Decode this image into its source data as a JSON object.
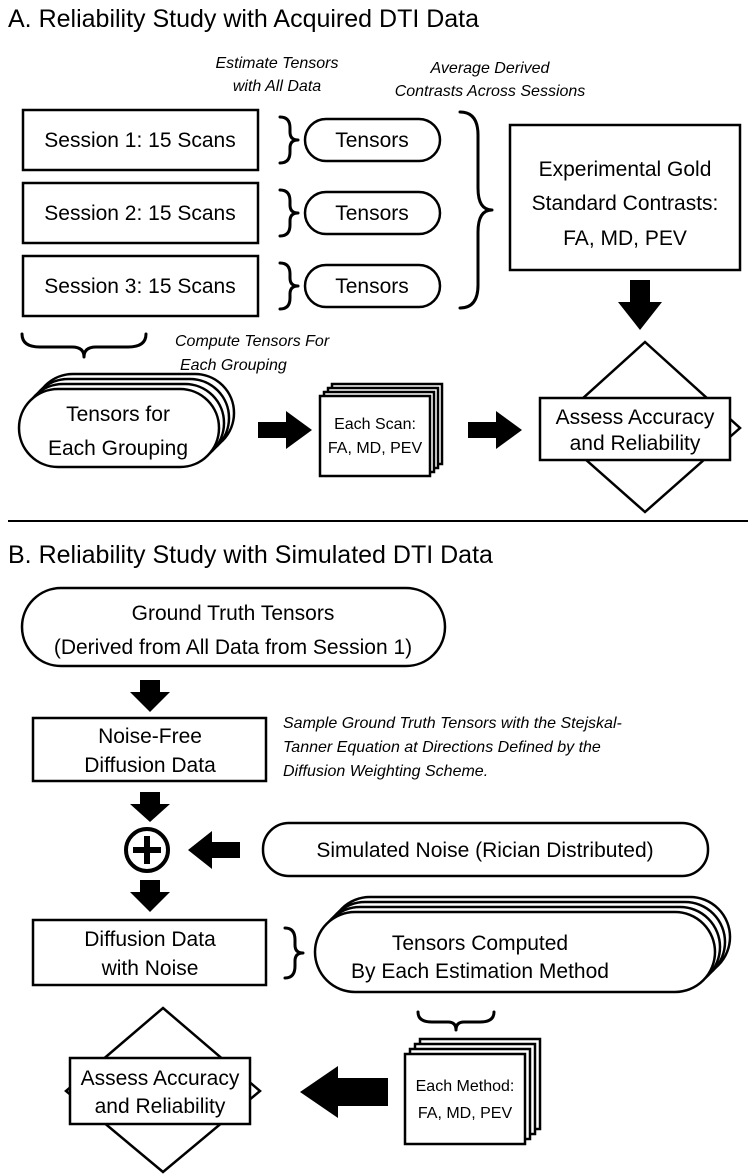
{
  "section_a": {
    "title": "A. Reliability Study with Acquired DTI Data",
    "note_estimate": [
      "Estimate Tensors",
      "with All Data"
    ],
    "note_average": [
      "Average Derived",
      "Contrasts Across Sessions"
    ],
    "sessions": [
      "Session 1: 15 Scans",
      "Session 2: 15 Scans",
      "Session 3: 15 Scans"
    ],
    "tensors_label": "Tensors",
    "gold_standard": [
      "Experimental Gold",
      "Standard Contrasts:",
      "FA, MD, PEV"
    ],
    "note_compute": [
      "Compute Tensors For",
      "Each Grouping"
    ],
    "tensors_grouping": [
      "Tensors for",
      "Each Grouping"
    ],
    "each_scan": [
      "Each Scan:",
      "FA, MD, PEV"
    ],
    "assess": [
      "Assess Accuracy",
      "and Reliability"
    ]
  },
  "section_b": {
    "title": "B. Reliability Study with Simulated DTI Data",
    "ground_truth": [
      "Ground Truth Tensors",
      "(Derived from All Data from Session 1)"
    ],
    "noise_free": [
      "Noise-Free",
      "Diffusion Data"
    ],
    "note_sample": [
      "Sample Ground Truth Tensors with the Stejskal-",
      "Tanner Equation at Directions Defined by the",
      "Diffusion Weighting Scheme."
    ],
    "simulated_noise": "Simulated Noise (Rician Distributed)",
    "diffusion_noise": [
      "Diffusion Data",
      "with Noise"
    ],
    "tensors_computed": [
      "Tensors Computed",
      "By Each Estimation Method"
    ],
    "each_method": [
      "Each Method:",
      "FA, MD, PEV"
    ],
    "assess": [
      "Assess Accuracy",
      "and Reliability"
    ]
  }
}
